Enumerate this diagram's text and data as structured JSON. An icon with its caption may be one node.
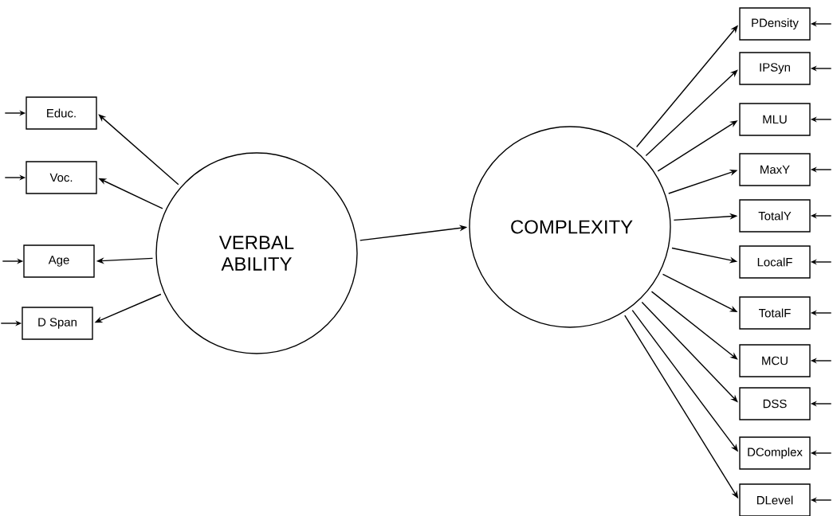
{
  "diagram": {
    "nodes": [
      {
        "text": [
          "VERBAL ABILITY"
        ]
      },
      {
        "text": [
          "COMPLEXITY"
        ]
      },
      {
        "text": [
          "Educ."
        ]
      },
      {
        "text": [
          "Voc."
        ]
      },
      {
        "text": [
          "Age"
        ]
      },
      {
        "text": [
          "D Span"
        ]
      },
      {
        "text": [
          "PDensity"
        ]
      },
      {
        "text": [
          "IPSyn"
        ]
      },
      {
        "text": [
          "MLU"
        ]
      },
      {
        "text": [
          "MaxY"
        ]
      },
      {
        "text": [
          "TotalY"
        ]
      },
      {
        "text": [
          "LocalF"
        ]
      },
      {
        "text": [
          "TotalF"
        ]
      },
      {
        "text": [
          "MCU"
        ]
      },
      {
        "text": [
          "DSS"
        ]
      },
      {
        "text": [
          "DComplex"
        ]
      },
      {
        "text": [
          "DLevel"
        ]
      }
    ],
    "edges": [
      {
        "from": 0,
        "to": 2,
        "arrow": "to"
      },
      {
        "from": 0,
        "to": 3,
        "arrow": "to"
      },
      {
        "from": 0,
        "to": 4,
        "arrow": "to"
      },
      {
        "from": 0,
        "to": 5,
        "arrow": "to"
      },
      {
        "from": 0,
        "to": 1,
        "arrow": "to"
      },
      {
        "from": 1,
        "to": 6,
        "arrow": "to"
      },
      {
        "from": 1,
        "to": 7,
        "arrow": "to"
      },
      {
        "from": 1,
        "to": 8,
        "arrow": "to"
      },
      {
        "from": 1,
        "to": 9,
        "arrow": "to"
      },
      {
        "from": 1,
        "to": 10,
        "arrow": "to"
      },
      {
        "from": 1,
        "to": 11,
        "arrow": "to"
      },
      {
        "from": 1,
        "to": 12,
        "arrow": "to"
      },
      {
        "from": 1,
        "to": 13,
        "arrow": "to"
      },
      {
        "from": 1,
        "to": 14,
        "arrow": "to"
      },
      {
        "from": 1,
        "to": 15,
        "arrow": "to"
      },
      {
        "from": 1,
        "to": 16,
        "arrow": "to"
      },
      {
        "from": null,
        "to": 2,
        "arrow": "to"
      },
      {
        "from": null,
        "to": 3,
        "arrow": "to"
      },
      {
        "from": null,
        "to": 4,
        "arrow": "to"
      },
      {
        "from": null,
        "to": 5,
        "arrow": "to"
      },
      {
        "from": null,
        "to": 6,
        "arrow": "to"
      },
      {
        "from": null,
        "to": 7,
        "arrow": "to"
      },
      {
        "from": null,
        "to": 8,
        "arrow": "to"
      },
      {
        "from": null,
        "to": 9,
        "arrow": "to"
      },
      {
        "from": null,
        "to": 10,
        "arrow": "to"
      },
      {
        "from": null,
        "to": 11,
        "arrow": "to"
      },
      {
        "from": null,
        "to": 12,
        "arrow": "to"
      },
      {
        "from": null,
        "to": 13,
        "arrow": "to"
      },
      {
        "from": null,
        "to": 14,
        "arrow": "to"
      },
      {
        "from": null,
        "to": 15,
        "arrow": "to"
      },
      {
        "from": null,
        "to": 16,
        "arrow": "to"
      }
    ]
  }
}
